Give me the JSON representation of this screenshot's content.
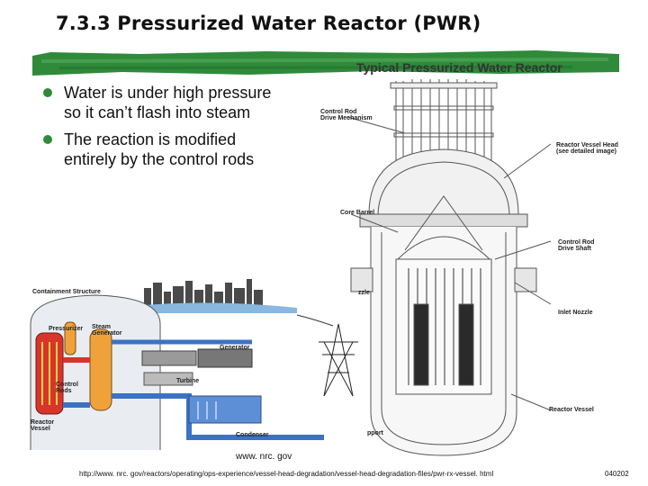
{
  "slide": {
    "title": "7.3.3 Pressurized Water Reactor (PWR)"
  },
  "bullets": [
    {
      "line1": "Water is under high pressure",
      "line2": "so it can’t flash into steam"
    },
    {
      "line1": "The reaction is modified",
      "line2": "entirely by the control rods"
    }
  ],
  "vessel_diagram": {
    "title": "Typical Pressurized Water Reactor",
    "labels": {
      "control_rod_drive_1": "Control Rod",
      "control_rod_drive_2": "Drive Mechanism",
      "vessel_head_1": "Reactor Vessel Head",
      "vessel_head_2": "(see detailed image)",
      "core_barrel": "Core Barrel",
      "drive_shaft_1": "Control Rod",
      "drive_shaft_2": "Drive Shaft",
      "nozzle_partial": "zzle",
      "inlet_nozzle": "Inlet Nozzle",
      "reactor_vessel": "Reactor Vessel",
      "support_partial": "pport"
    }
  },
  "plant_diagram": {
    "labels": {
      "containment": "Containment Structure",
      "pressurizer": "Pressurizer",
      "steam_gen_1": "Steam",
      "steam_gen_2": "Generator",
      "control_rods_1": "Control",
      "control_rods_2": "Rods",
      "reactor_vessel_1": "Reactor",
      "reactor_vessel_2": "Vessel",
      "generator": "Generator",
      "turbine": "Turbine",
      "condenser": "Condenser"
    }
  },
  "footer": {
    "credit": "www. nrc. gov",
    "url": "http://www. nrc. gov/reactors/operating/ops-experience/vessel-head-degradation/vessel-head-degradation-files/pwr-rx-vessel. html",
    "code": "040202"
  },
  "colors": {
    "accent_green": "#2f8a3a",
    "reactor_red": "#d8352a",
    "water_blue": "#3b72c4",
    "steam_orange": "#f0a23a"
  }
}
